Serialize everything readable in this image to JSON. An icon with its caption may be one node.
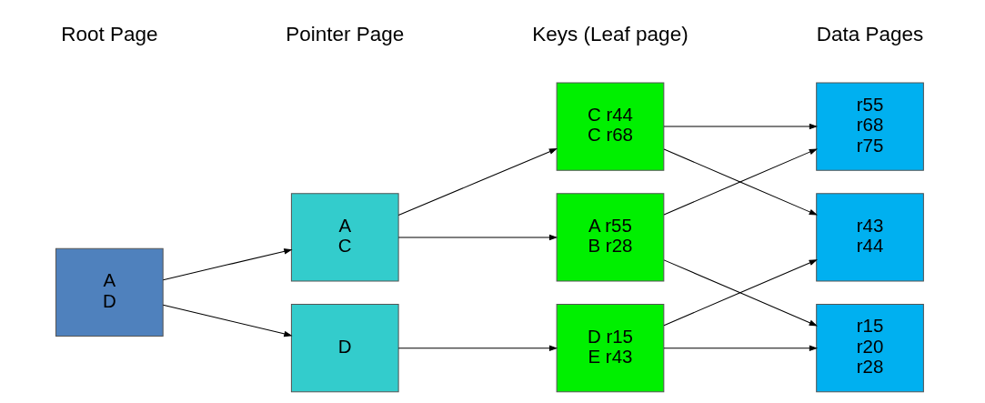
{
  "diagram": {
    "nodes": [
      {
        "text": [
          "A",
          "D"
        ]
      },
      {
        "text": [
          "A",
          "C"
        ]
      },
      {
        "text": [
          "D"
        ]
      },
      {
        "text": [
          "A r55",
          "B r28"
        ]
      },
      {
        "text": [
          "C r44",
          "C r68"
        ]
      },
      {
        "text": [
          "D r15",
          "E r43"
        ]
      },
      {
        "text": [
          "r15",
          "r20",
          "r28"
        ]
      },
      {
        "text": [
          "r43",
          "r44"
        ]
      },
      {
        "text": [
          "r55",
          "r68",
          "r75"
        ]
      }
    ],
    "edges": [
      {
        "from": 0,
        "to": 1,
        "arrow": "to"
      },
      {
        "from": 0,
        "to": 2,
        "arrow": "to"
      },
      {
        "from": 1,
        "to": 3,
        "arrow": "to"
      },
      {
        "from": 1,
        "to": 4,
        "arrow": "to"
      },
      {
        "from": 2,
        "to": 5,
        "arrow": "to"
      },
      {
        "from": 3,
        "to": 8,
        "arrow": "to"
      },
      {
        "from": 3,
        "to": 6,
        "arrow": "to"
      },
      {
        "from": 4,
        "to": 7,
        "arrow": "to"
      },
      {
        "from": 4,
        "to": 8,
        "arrow": "to"
      },
      {
        "from": 5,
        "to": 6,
        "arrow": "to"
      },
      {
        "from": 5,
        "to": 7,
        "arrow": "to"
      }
    ],
    "labels": [
      "Root Page",
      "Pointer Page",
      "Keys (Leaf page)",
      "Data Pages"
    ]
  }
}
